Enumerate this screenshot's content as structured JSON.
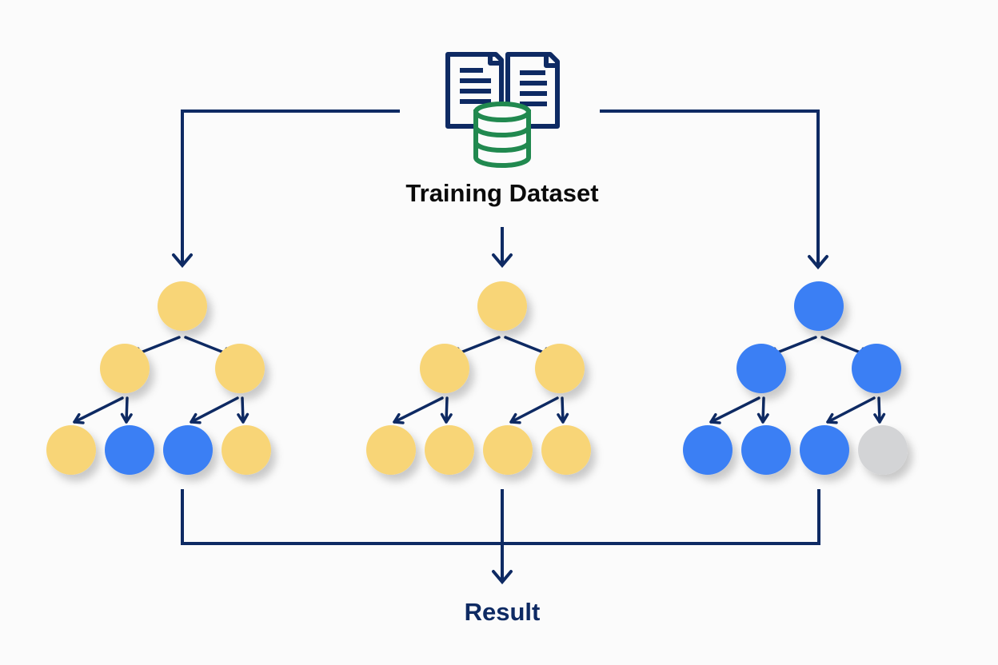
{
  "dataset": {
    "label": "Training Dataset",
    "icon": "documents-database-icon"
  },
  "result": {
    "label": "Result"
  },
  "colors": {
    "line": "#0e2a63",
    "gold": "#f8d577",
    "blue": "#3b7ff4",
    "gray": "#d3d4d6",
    "db": "#21894f",
    "text": "#0b0b0b",
    "result_text": "#0e2a63"
  },
  "trees": [
    {
      "name": "tree-1",
      "root": "gold",
      "level2": [
        "gold",
        "gold"
      ],
      "leaves": [
        "gold",
        "blue",
        "blue",
        "gold"
      ]
    },
    {
      "name": "tree-2",
      "root": "gold",
      "level2": [
        "gold",
        "gold"
      ],
      "leaves": [
        "gold",
        "gold",
        "gold",
        "gold"
      ]
    },
    {
      "name": "tree-3",
      "root": "blue",
      "level2": [
        "blue",
        "blue"
      ],
      "leaves": [
        "blue",
        "blue",
        "blue",
        "gray"
      ]
    }
  ]
}
